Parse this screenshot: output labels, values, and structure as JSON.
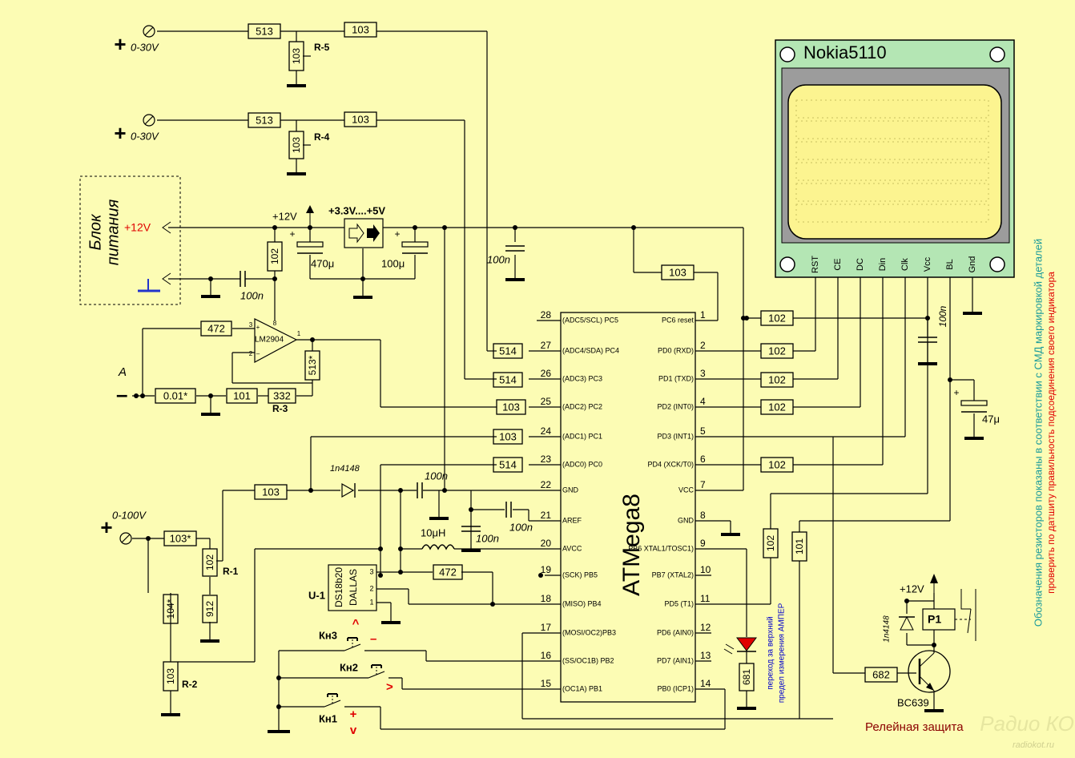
{
  "inputs": {
    "v1_range": "0-30V",
    "v2_range": "0-30V",
    "v3_range": "0-100V",
    "plus": "+",
    "minus": "–",
    "current_label": "A"
  },
  "power_block": {
    "title_line1": "Блок",
    "title_line2": "питания",
    "plus12": "+12V",
    "rail12": "+12V",
    "regulator": "+3.3V....+5V"
  },
  "parts": {
    "r5_top": "513",
    "r5_series": "103",
    "r5_trim": "103",
    "r5_name": "R-5",
    "r4_top": "513",
    "r4_series": "103",
    "r4_trim": "103",
    "r4_name": "R-4",
    "r_bias": "102",
    "c_in": "100n",
    "c_470": "470μ",
    "c_100": "100μ",
    "c_100n_reg": "100n",
    "r_reset": "103",
    "r_op_in": "472",
    "opamp": "LM2904",
    "r_fb": "513*",
    "r_101": "101",
    "r_332": "332",
    "shunt": "0.01*",
    "r3_name": "R-3",
    "r_pc4": "514",
    "r_pc3": "514",
    "r_pc2": "103",
    "r_pc1": "103",
    "r_pc0": "514",
    "r_gnd": "103",
    "diode": "1n4148",
    "c_gnd": "100n",
    "c_aref": "100n",
    "c_avcc": "100n",
    "inductor": "10μH",
    "r_103s": "103*",
    "r_102": "102",
    "r1_name": "R-1",
    "r_912": "912",
    "r_104s": "104*",
    "r_103b": "103",
    "r2_name": "R-2",
    "sensor_name": "U-1",
    "sensor_l1": "DS18b20",
    "sensor_l2": "DALLAS",
    "r_472b": "472",
    "r_lcd1": "102",
    "r_lcd2": "102",
    "r_lcd3": "102",
    "r_lcd4": "102",
    "r_lcd5": "102",
    "c_lcd": "100n",
    "c_47": "47μ",
    "r_pd5": "102",
    "r_pb0": "101",
    "r_led": "681",
    "relay": "P1",
    "relay_diode": "1n4148",
    "relay_rail": "+12V",
    "r_base": "682",
    "transistor": "BC639"
  },
  "buttons": {
    "kn3": "Кн3",
    "kn2": "Кн2",
    "kn1": "Кн1",
    "kn3_a": "^",
    "kn3_b": "–",
    "kn2_a": ">",
    "kn1_a": "+",
    "kn1_b": "v"
  },
  "mcu": {
    "name": "ATMega8",
    "left_pins": [
      {
        "num": "28",
        "name": "(ADC5/SCL) PC5"
      },
      {
        "num": "27",
        "name": "(ADC4/SDA) PC4"
      },
      {
        "num": "26",
        "name": "(ADC3) PC3"
      },
      {
        "num": "25",
        "name": "(ADC2) PC2"
      },
      {
        "num": "24",
        "name": "(ADC1) PC1"
      },
      {
        "num": "23",
        "name": "(ADC0) PC0"
      },
      {
        "num": "22",
        "name": "GND"
      },
      {
        "num": "21",
        "name": "AREF"
      },
      {
        "num": "20",
        "name": "AVCC"
      },
      {
        "num": "19",
        "name": "(SCK) PB5"
      },
      {
        "num": "18",
        "name": "(MISO) PB4"
      },
      {
        "num": "17",
        "name": "(MOSI/OC2)PB3"
      },
      {
        "num": "16",
        "name": "(SS/OC1B) PB2"
      },
      {
        "num": "15",
        "name": "(OC1A) PB1"
      }
    ],
    "right_pins": [
      {
        "num": "1",
        "name": "PC6 reset"
      },
      {
        "num": "2",
        "name": "PD0 (RXD)"
      },
      {
        "num": "3",
        "name": "PD1 (TXD)"
      },
      {
        "num": "4",
        "name": "PD2 (INT0)"
      },
      {
        "num": "5",
        "name": "PD3 (INT1)"
      },
      {
        "num": "6",
        "name": "PD4 (XCK/T0)"
      },
      {
        "num": "7",
        "name": "VCC"
      },
      {
        "num": "8",
        "name": "GND"
      },
      {
        "num": "9",
        "name": "PB6 XTAL1/TOSC1)"
      },
      {
        "num": "10",
        "name": "PB7 (XTAL2)"
      },
      {
        "num": "11",
        "name": "PD5  (T1)"
      },
      {
        "num": "12",
        "name": "PD6 (AIN0)"
      },
      {
        "num": "13",
        "name": "PD7 (AIN1)"
      },
      {
        "num": "14",
        "name": "PB0 (ICP1)"
      }
    ]
  },
  "lcd": {
    "title": "Nokia5110",
    "pins": [
      "RST",
      "CE",
      "DC",
      "Din",
      "Clk",
      "Vcc",
      "BL",
      "Gnd"
    ]
  },
  "notes": {
    "amp_note_1": "переход за верхний",
    "amp_note_2": "предел измерения АМПЕР",
    "side_note_1": "Обозначения резисторов показаны в соответствии с СМД маркировкой деталей",
    "side_note_2": "проверить  по датшиту правильность подсоединения своего  индикатора",
    "relay_caption": "Релейная защита",
    "watermark_1": "Радио КОТ",
    "watermark_2": "radiokot.ru"
  },
  "colors": {
    "background": "#fcfcb4",
    "lcd_board": "#b4e6b4",
    "lcd_frame": "#9c9c9c",
    "lcd_screen": "#fcf490",
    "red": "#e00000",
    "blue": "#0000cc",
    "teal": "#1a9a9a",
    "darkred": "#8b0000",
    "led": "#e00000"
  }
}
